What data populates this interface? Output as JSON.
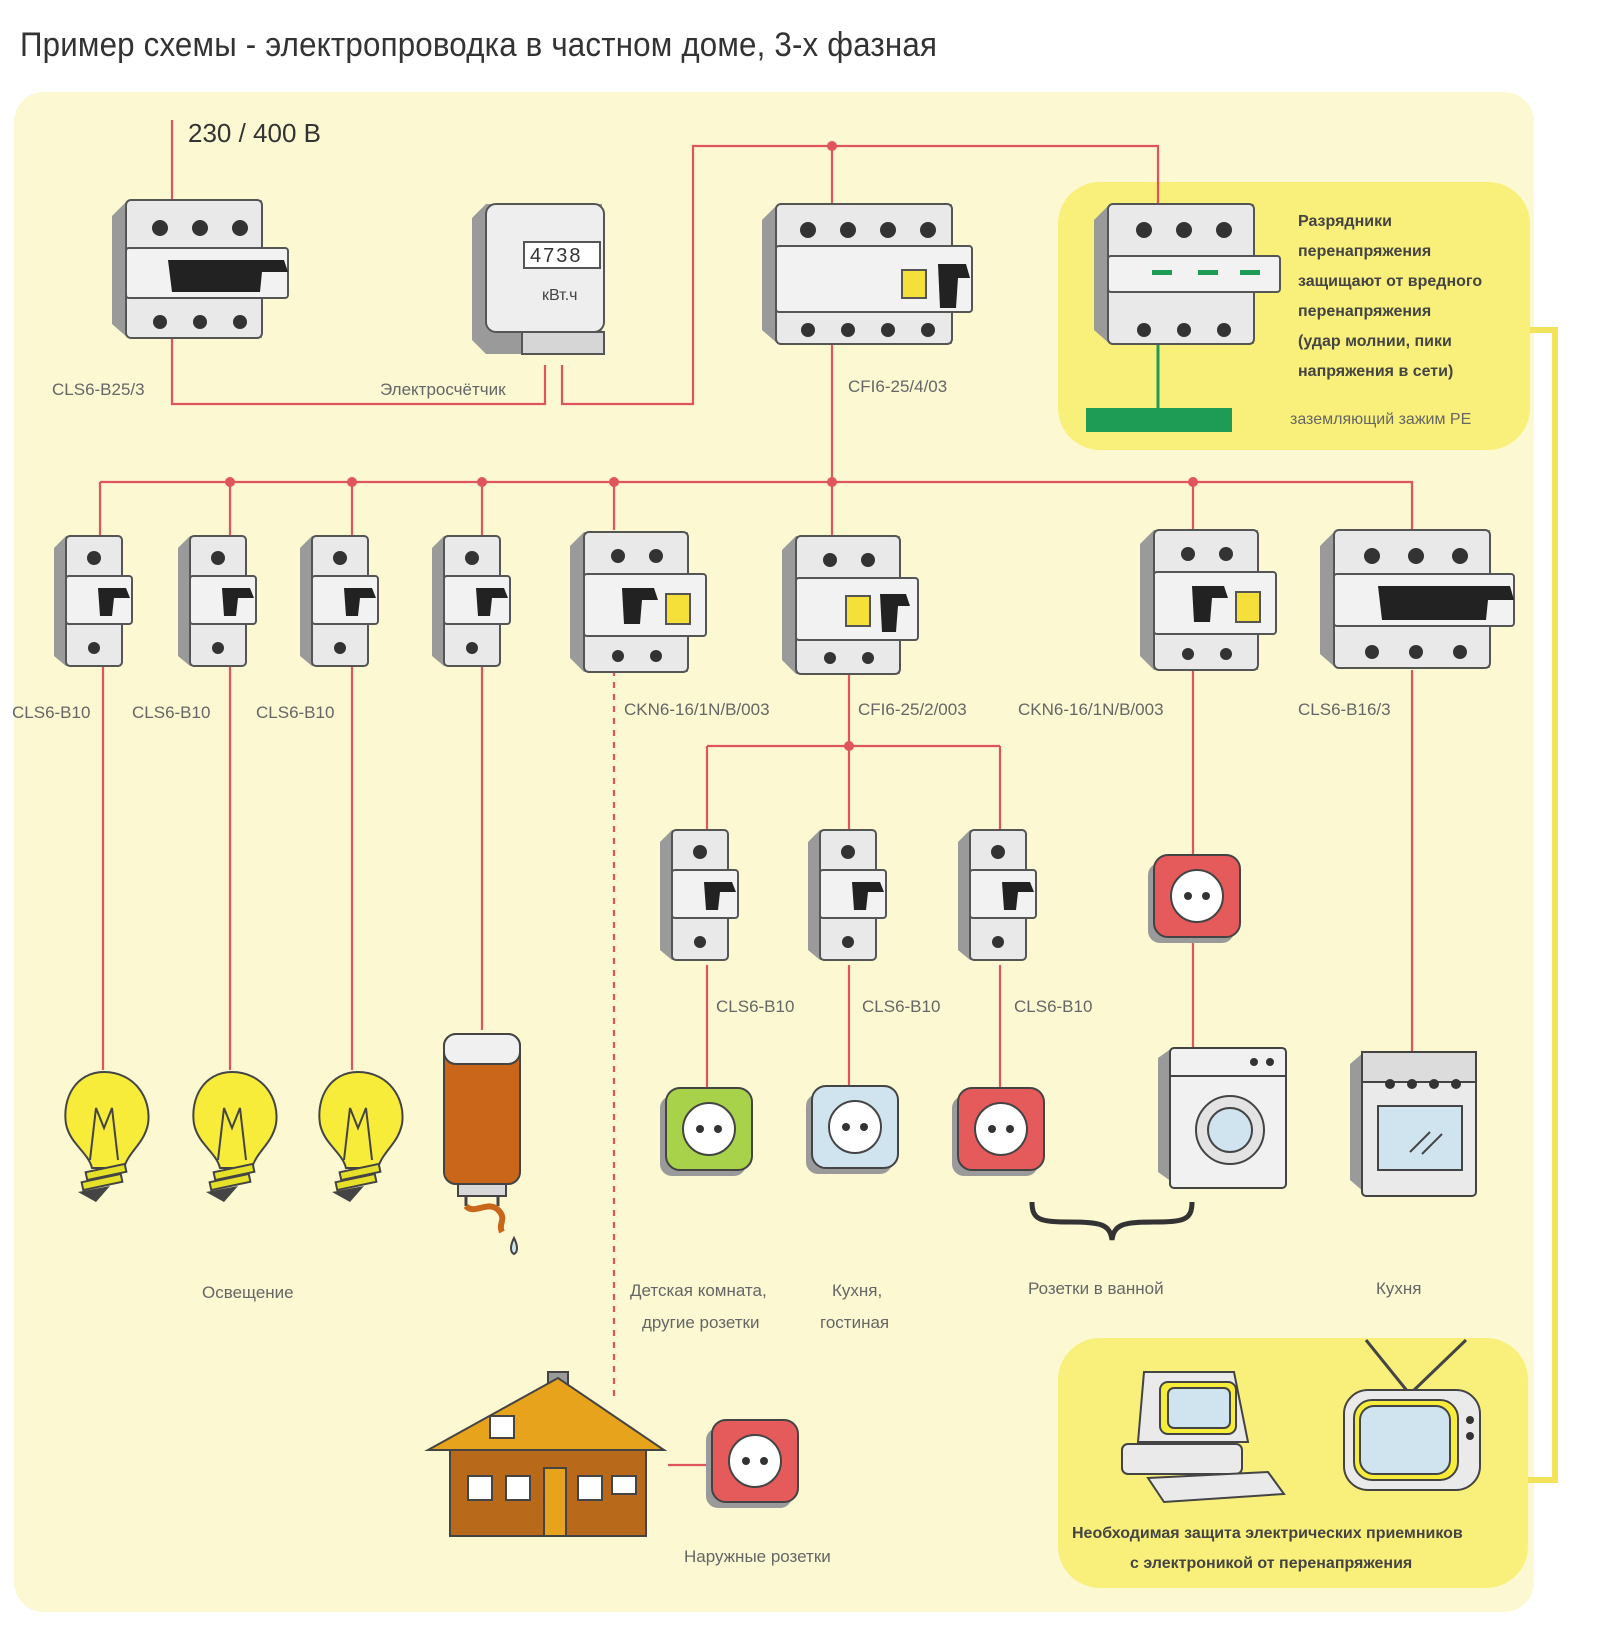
{
  "title": "Пример схемы - электропроводка в частном доме, 3-х фазная",
  "voltage": "230 / 400 В",
  "labels": {
    "main_breaker": "CLS6-B25/3",
    "meter": "Электросчётчик",
    "meter_display": "4738",
    "meter_unit": "кВт.ч",
    "rcd_main": "CFI6-25/4/03",
    "arrester_text": [
      "Разрядники",
      "перенапряжения",
      "защищают от вредного",
      "перенапряжения",
      "(удар молнии, пики",
      "напряжения в сети)"
    ],
    "pe_clamp": "заземляющий зажим PE",
    "b1": "CLS6-B10",
    "b2": "CLS6-B10",
    "b3": "CLS6-B10",
    "ckn1": "CKN6-16/1N/B/003",
    "cfi2": "CFI6-25/2/003",
    "ckn2": "CKN6-16/1N/B/003",
    "cls3p": "CLS6-B16/3",
    "sub1": "CLS6-B10",
    "sub2": "CLS6-B10",
    "sub3": "CLS6-B10",
    "lighting": "Освещение",
    "kids_room": [
      "Детская комната,",
      "другие розетки"
    ],
    "kitchen_living": [
      "Кухня,",
      "гостиная"
    ],
    "bathroom": "Розетки в ванной",
    "kitchen": "Кухня",
    "outdoor": "Наружные розетки",
    "protection_note": [
      "Необходимая защита электрических приемников",
      "с электроникой от перенапряжения"
    ]
  },
  "colors": {
    "background_panel": "#fbf8d2",
    "highlight_panel": "#f8f07a",
    "wire": "#e0555b",
    "pe_bar": "#1e9b55",
    "breaker_body": "#e6e6e6",
    "rcd_test_button": "#f5e03a"
  }
}
